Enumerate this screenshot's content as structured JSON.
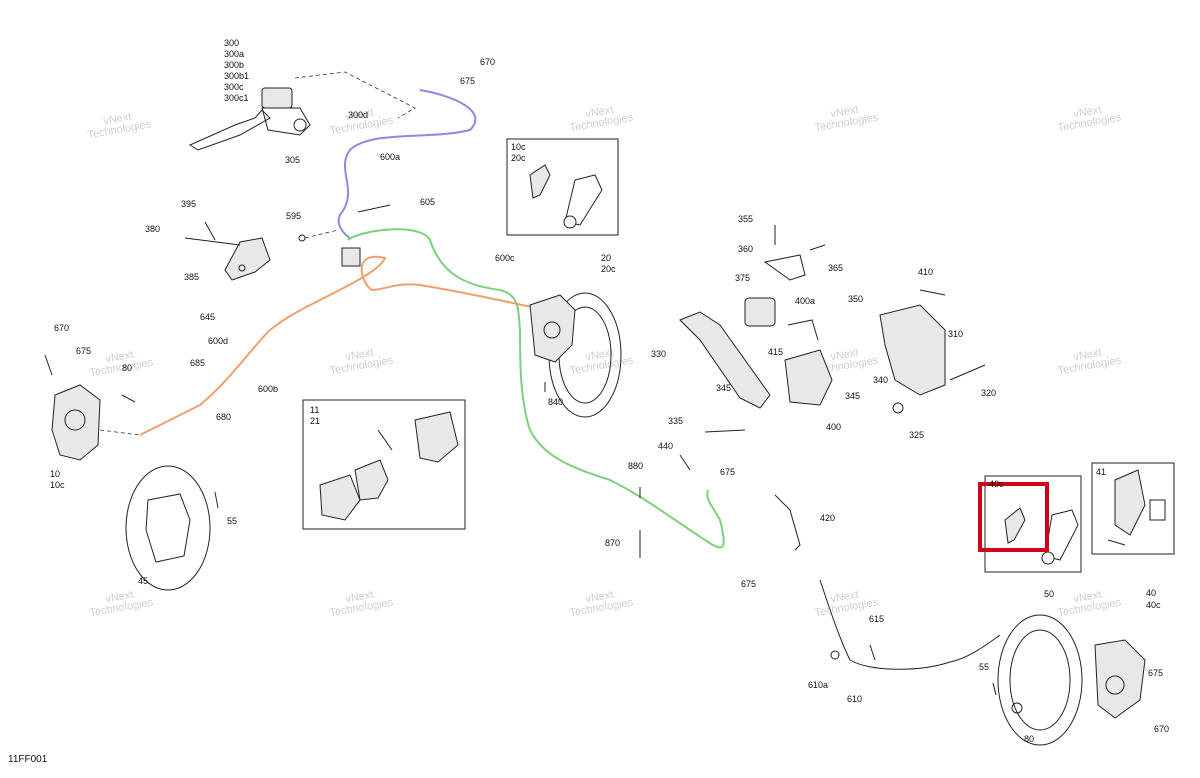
{
  "diagram": {
    "code": "11FF001",
    "watermark_line1": "vNext",
    "watermark_line2": "Technologies",
    "watermark_full": "vNext Technologies",
    "highlight_color": "#d0021b",
    "hose_colors": {
      "blue": "#8a8ae0",
      "green": "#7ecf7e",
      "orange": "#f2a06b"
    },
    "labels": {
      "l300": "300",
      "l300a": "300a",
      "l300b": "300b",
      "l300b1": "300b1",
      "l300c": "300c",
      "l300c1": "300c1",
      "l300d": "300d",
      "l305": "305",
      "l670a": "670",
      "l675a": "675",
      "l600a": "600a",
      "l605": "605",
      "l595": "595",
      "l395": "395",
      "l380": "380",
      "l385": "385",
      "l600c": "600c",
      "l20": "20",
      "l20c": "20c",
      "l645": "645",
      "l600d": "600d",
      "l670b": "670",
      "l675b": "675",
      "l80a": "80",
      "l685": "685",
      "l600b": "600b",
      "l680": "680",
      "l10": "10",
      "l10c": "10c",
      "l55a": "55",
      "l45": "45",
      "l11": "11",
      "l21": "21",
      "l840": "840",
      "l355": "355",
      "l360": "360",
      "l365": "365",
      "l375": "375",
      "l400a": "400a",
      "l350": "350",
      "l410": "410",
      "l310": "310",
      "l330": "330",
      "l415": "415",
      "l345a": "345",
      "l345b": "345",
      "l340": "340",
      "l320": "320",
      "l335": "335",
      "l400": "400",
      "l325": "325",
      "l440": "440",
      "l880": "880",
      "l675c": "675",
      "l870": "870",
      "l420": "420",
      "l675d": "675",
      "l615": "615",
      "l610a": "610a",
      "l610": "610",
      "l50": "50",
      "l55b": "55",
      "l40": "40",
      "l40c": "40c",
      "l675e": "675",
      "l670c": "670",
      "l80b": "80",
      "inset_a_1": "10c",
      "inset_a_2": "20c",
      "inset_c_1": "40c",
      "inset_d_1": "41"
    }
  }
}
